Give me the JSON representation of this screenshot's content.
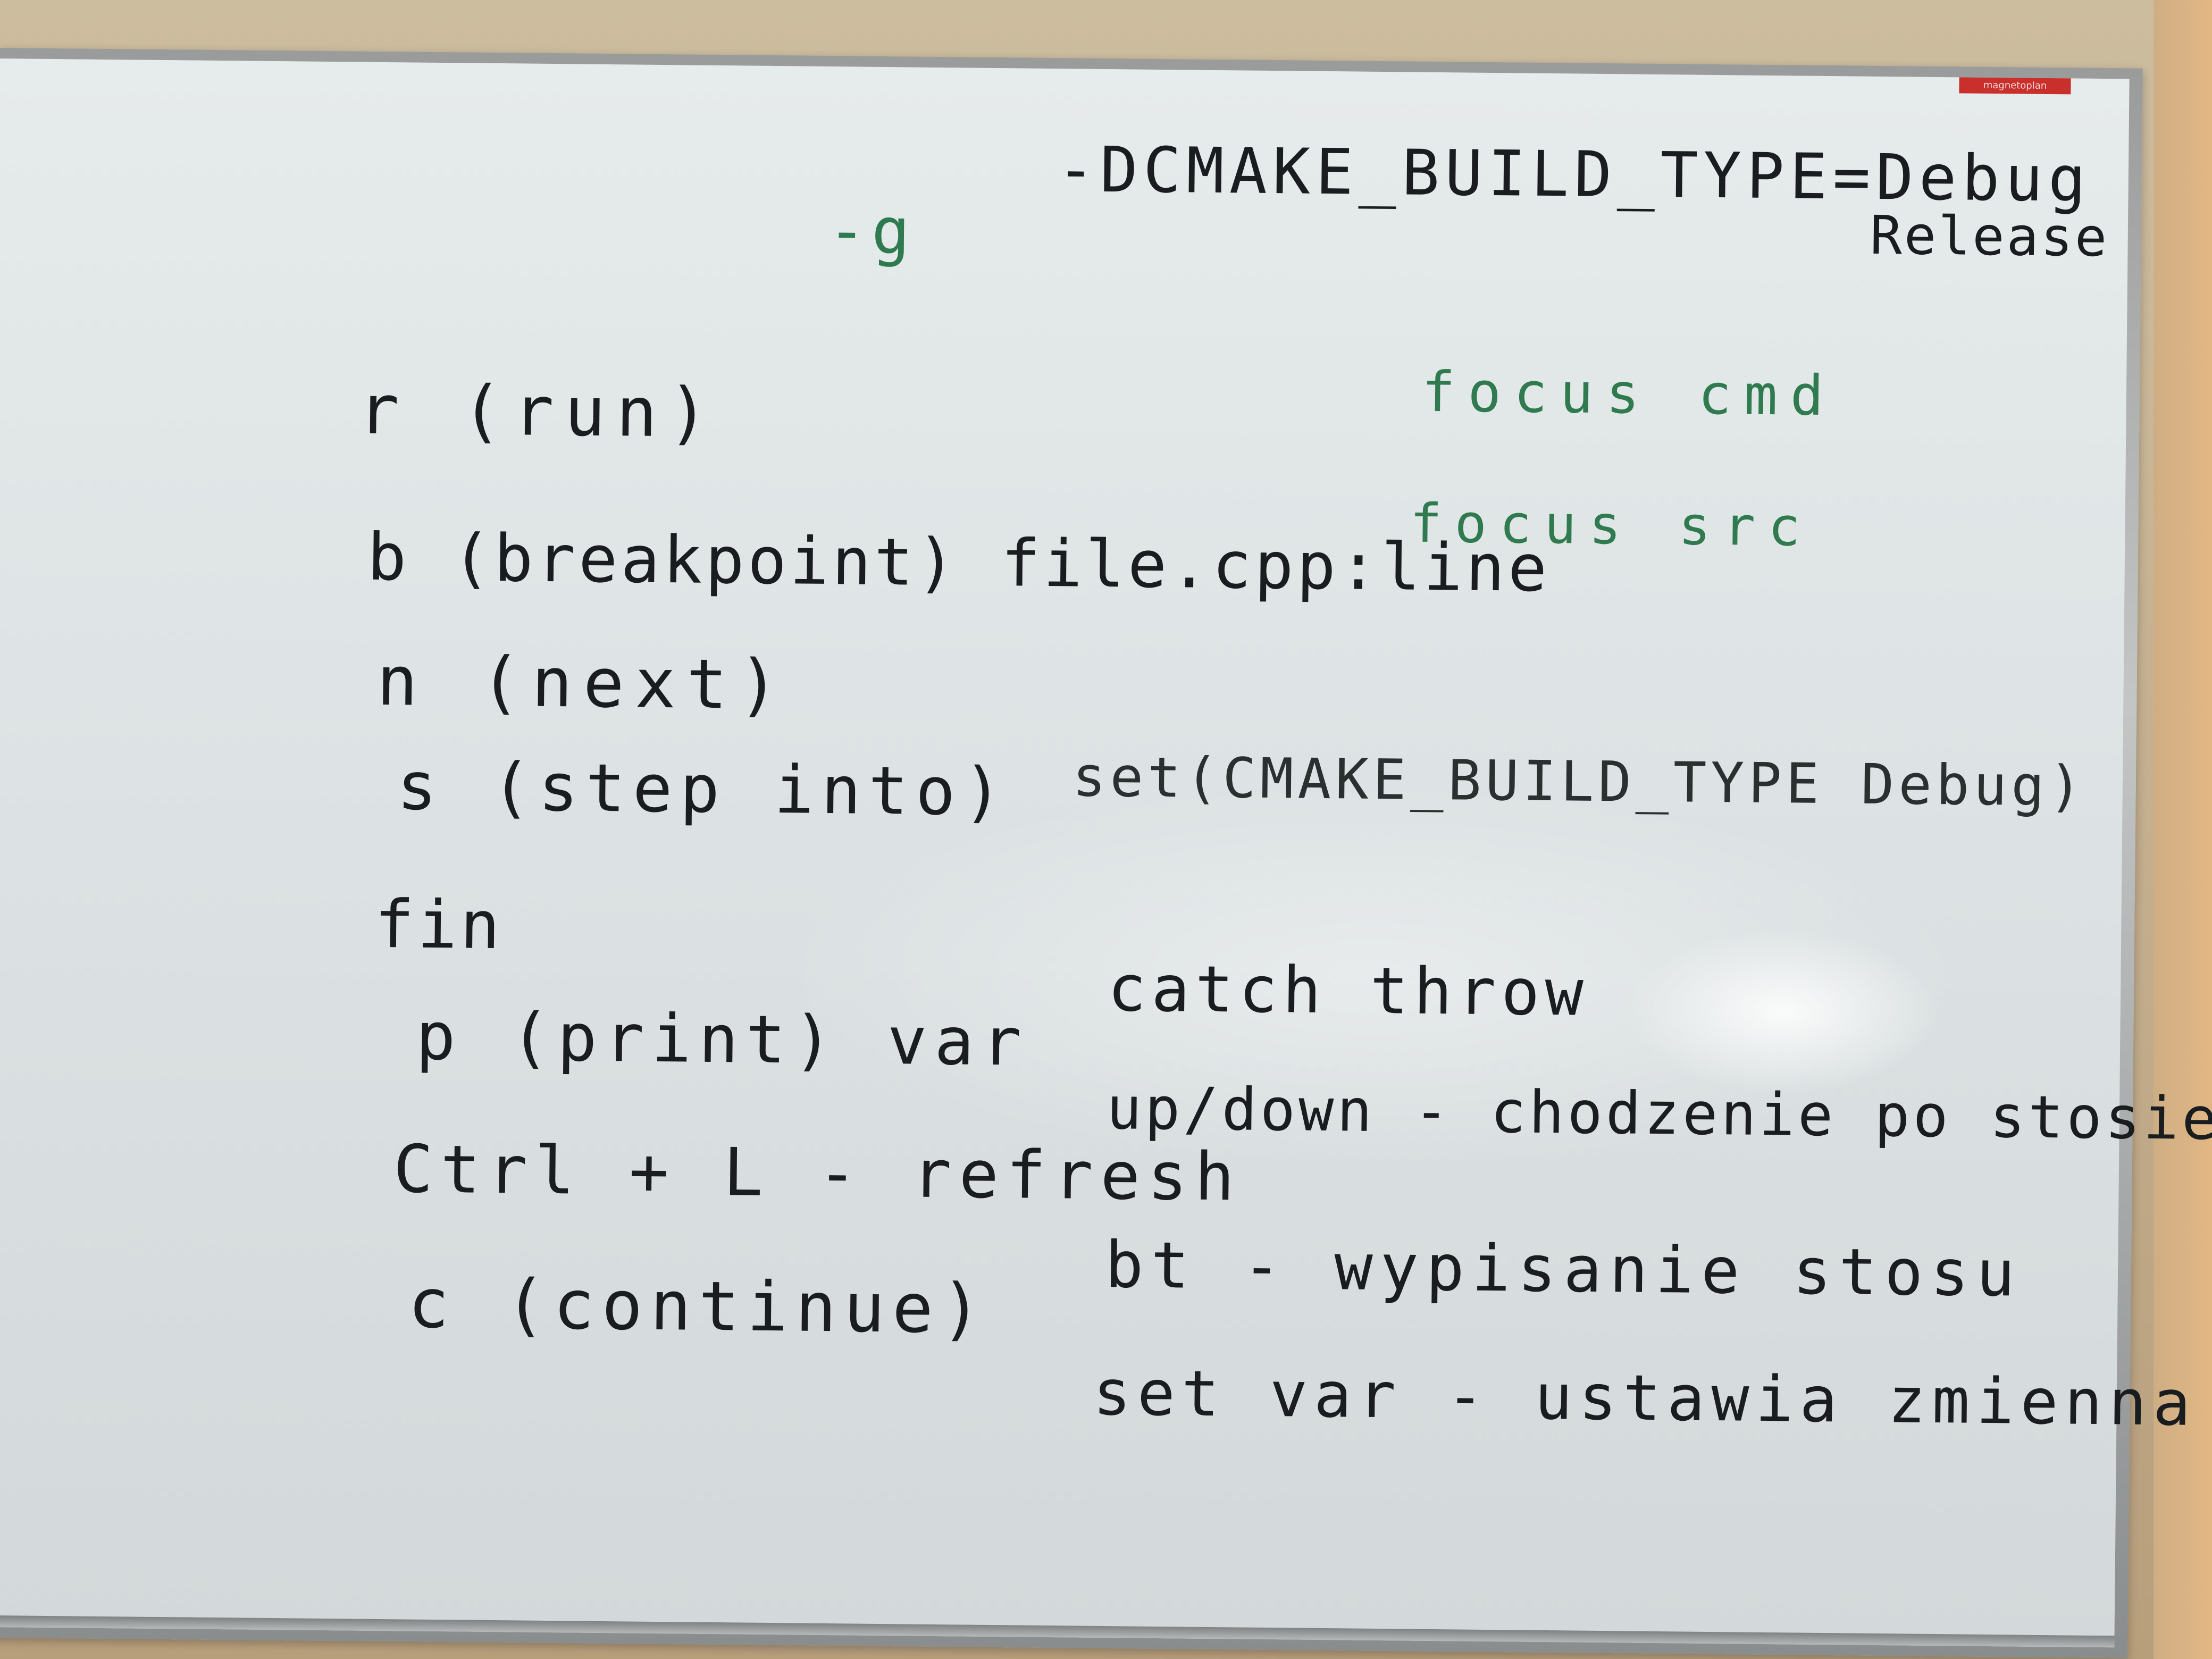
{
  "board": {
    "top_right": {
      "cmake_flag": "-DCMAKE_BUILD_TYPE=Debug",
      "release": "Release"
    },
    "green_notes": {
      "g_flag": "-g",
      "focus_cmd": "focus cmd",
      "focus_src": "focus src"
    },
    "left_column": [
      "r (run)",
      "b (breakpoint) file.cpp:line",
      "n (next)",
      "s (step into)",
      "fin",
      "p (print) var",
      "Ctrl + L - refresh",
      "c (continue)"
    ],
    "right_column": [
      "set(CMAKE_BUILD_TYPE Debug)",
      "catch throw",
      "up/down - chodzenie po stosie",
      "bt - wypisanie stosu",
      "set var - ustawia zmienna"
    ],
    "frame_label": "magnetoplan"
  },
  "colors": {
    "marker_black": "#1a1d20",
    "marker_green": "#2f7a4e",
    "board_white": "#e2e7e8",
    "frame_gray": "#a3a6a7",
    "wall": "#c8b596"
  }
}
